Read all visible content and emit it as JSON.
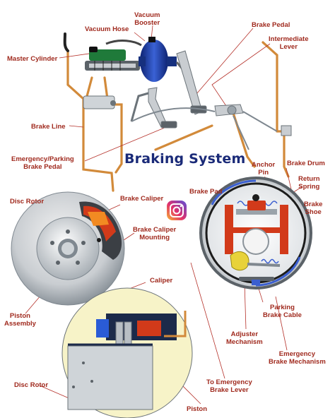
{
  "title": "Braking System",
  "labels": {
    "vacuum_booster": "Vacuum\nBooster",
    "vacuum_hose": "Vacuum Hose",
    "brake_pedal": "Brake Pedal",
    "intermediate_lever": "Intermediate\nLever",
    "master_cylinder": "Master Cylinder",
    "brake_line": "Brake Line",
    "emergency_parking_brake_pedal": "Emergency/Parking\nBrake Pedal",
    "anchor_pin": "Anchor\nPin",
    "brake_drum": "Brake Drum",
    "return_spring": "Return\nSpring",
    "brake_shoe": "Brake\nShoe",
    "brake_pad": "Brake Pad",
    "disc_rotor_top": "Disc Rotor",
    "brake_caliper": "Brake Caliper",
    "brake_caliper_mounting": "Brake Caliper\nMounting",
    "caliper": "Caliper",
    "piston_assembly": "Piston\nAssembly",
    "parking_brake_cable": "Parking\nBrake Cable",
    "adjuster_mechanism": "Adjuster\nMechanism",
    "emergency_brake_mechanism": "Emergency\nBrake Mechanism",
    "to_emergency_brake_lever": "To Emergency\nBrake Lever",
    "disc_rotor_bottom": "Disc Rotor",
    "piston": "Piston"
  },
  "colors": {
    "label_text": "#a02a1e",
    "title_text": "#1a2a78",
    "brake_line": "#d28a3a",
    "leader_line": "#b5312a",
    "booster_blue": "#1e3ea8",
    "caliper_red": "#d23a1a",
    "cylinder_green": "#1f7a3a",
    "steel_gray": "#9aa3aa"
  },
  "icons": {
    "social": "instagram-icon"
  }
}
